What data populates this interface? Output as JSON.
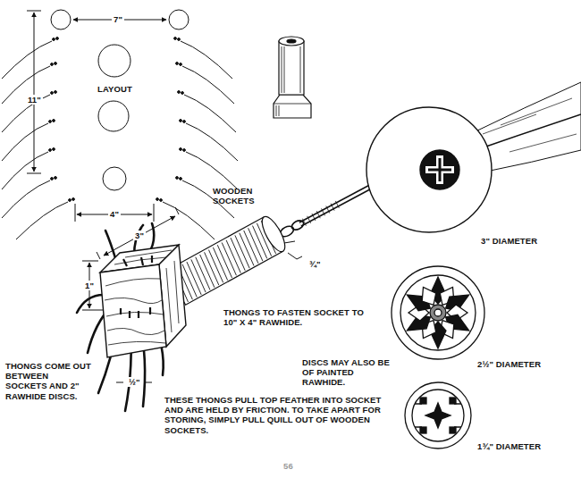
{
  "diagram": {
    "labels": [
      "7\"",
      "LAYOUT",
      "11\"",
      "4\"",
      "WOODEN SOCKETS",
      "3\"",
      "¾\"",
      "1\"",
      "½\"",
      "3\" DIAMETER",
      "THONGS TO FASTEN SOCKET TO 10\" X 4\" RAWHIDE.",
      "THONGS COME OUT BETWEEN SOCKETS AND 2\" RAWHIDE DISCS.",
      "DISCS MAY ALSO BE OF PAINTED RAWHIDE.",
      "2½\" DIAMETER",
      "THESE THONGS PULL TOP FEATHER INTO SOCKET AND ARE HELD BY FRICTION. TO TAKE APART FOR STORING, SIMPLY PULL QUILL OUT OF WOODEN SOCKETS.",
      "1¾\" DIAMETER",
      "56"
    ]
  }
}
